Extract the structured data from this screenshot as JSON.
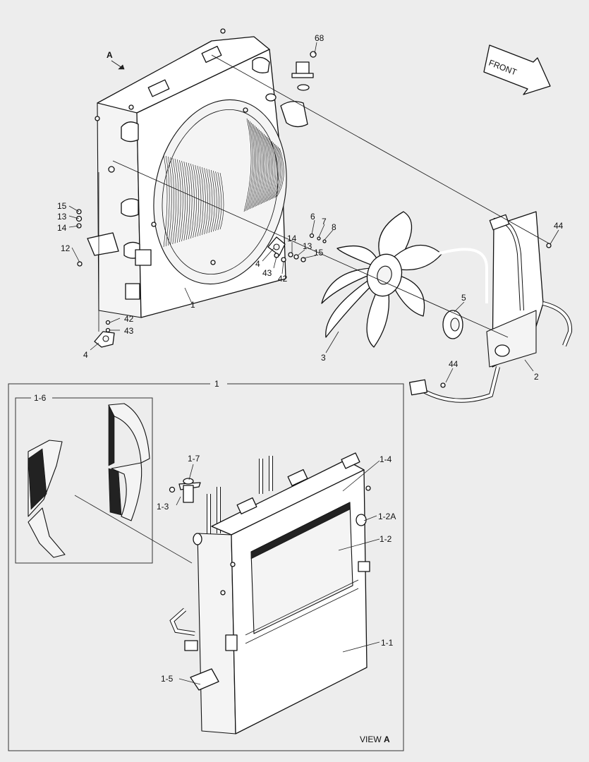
{
  "diagram": {
    "front_label": "FRONT",
    "view_arrow_label": "A",
    "view_caption_prefix": "VIEW ",
    "view_caption_letter": "A",
    "detail_box_label": "1",
    "subdetail_box_label": "1-6",
    "callouts": [
      {
        "id": "c68",
        "text": "68"
      },
      {
        "id": "c44a",
        "text": "44"
      },
      {
        "id": "c15a",
        "text": "15"
      },
      {
        "id": "c13a",
        "text": "13"
      },
      {
        "id": "c14a",
        "text": "14"
      },
      {
        "id": "c12",
        "text": "12"
      },
      {
        "id": "c6",
        "text": "6"
      },
      {
        "id": "c7",
        "text": "7"
      },
      {
        "id": "c8",
        "text": "8"
      },
      {
        "id": "c14b",
        "text": "14"
      },
      {
        "id": "c13b",
        "text": "13"
      },
      {
        "id": "c15b",
        "text": "15"
      },
      {
        "id": "c4a",
        "text": "4"
      },
      {
        "id": "c43a",
        "text": "43"
      },
      {
        "id": "c42a",
        "text": "42"
      },
      {
        "id": "c1",
        "text": "1"
      },
      {
        "id": "c5",
        "text": "5"
      },
      {
        "id": "c42b",
        "text": "42"
      },
      {
        "id": "c43b",
        "text": "43"
      },
      {
        "id": "c4b",
        "text": "4"
      },
      {
        "id": "c3",
        "text": "3"
      },
      {
        "id": "c2",
        "text": "2"
      },
      {
        "id": "c44b",
        "text": "44"
      },
      {
        "id": "c1-7",
        "text": "1-7"
      },
      {
        "id": "c1-3",
        "text": "1-3"
      },
      {
        "id": "c1-4",
        "text": "1-4"
      },
      {
        "id": "c1-2A",
        "text": "1-2A"
      },
      {
        "id": "c1-2",
        "text": "1-2"
      },
      {
        "id": "c1-1",
        "text": "1-1"
      },
      {
        "id": "c1-5",
        "text": "1-5"
      }
    ]
  }
}
